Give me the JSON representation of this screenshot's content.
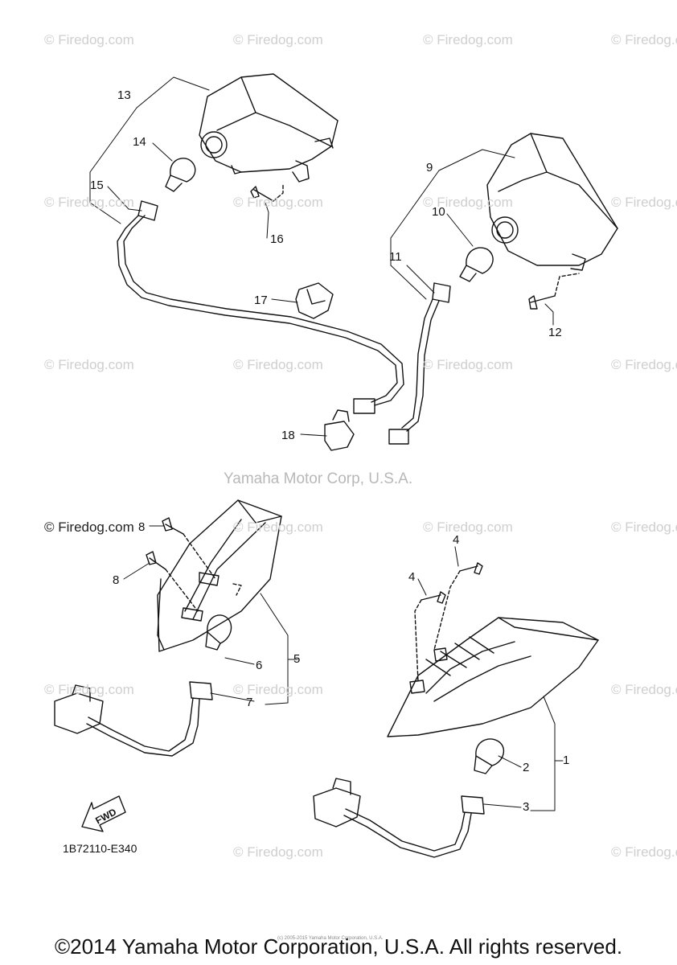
{
  "watermark_text": "© Firedog.com",
  "watermark_count": 21,
  "center_credit": "Yamaha Motor Corp, U.S.A.",
  "callouts": [
    "1",
    "2",
    "3",
    "4",
    "4",
    "5",
    "6",
    "7",
    "8",
    "8",
    "9",
    "10",
    "11",
    "12",
    "13",
    "14",
    "15",
    "16",
    "17",
    "18"
  ],
  "diagram_code": "1B72110-E340",
  "fwd_label": "FWD",
  "tiny_credit": "(c) 2005-2015 Yamaha Motor Corporation, U.S.A.",
  "copyright": "©2014 Yamaha Motor Corporation, U.S.A. All rights reserved."
}
